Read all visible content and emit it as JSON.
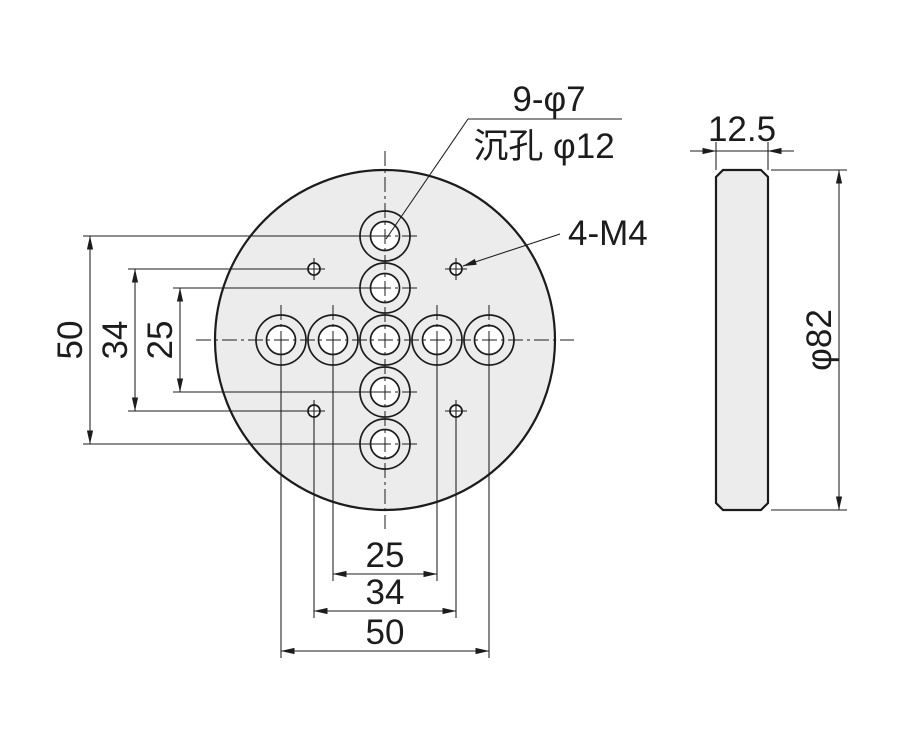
{
  "drawing": {
    "title": "Circular mounting plate, two-view engineering drawing",
    "callouts": {
      "counterbore_spec_line1": "9-φ7",
      "counterbore_spec_line2": "沉孔 φ12",
      "tap_spec": "4-M4"
    },
    "front_view": {
      "dim_vertical_outer": "50",
      "dim_vertical_middle": "34",
      "dim_vertical_inner": "25",
      "dim_horizontal_inner": "25",
      "dim_horizontal_middle": "34",
      "dim_horizontal_outer": "50"
    },
    "side_view": {
      "dim_thickness": "12.5",
      "dim_diameter": "φ82"
    },
    "colors": {
      "line": "#1c1c1c",
      "plate_fill": "#ececec",
      "hole_fill": "#ffffff",
      "background": "#ffffff"
    }
  }
}
